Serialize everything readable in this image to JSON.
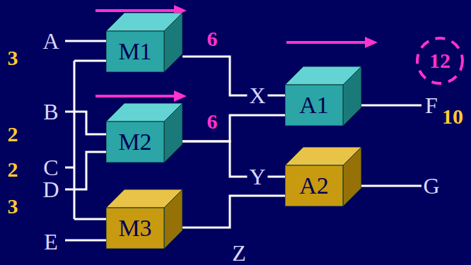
{
  "diagram": {
    "nodes": [
      {
        "text": [
          "M1"
        ]
      },
      {
        "text": [
          "M2"
        ]
      },
      {
        "text": [
          "M3"
        ]
      },
      {
        "text": [
          "A1"
        ]
      },
      {
        "text": [
          "A2"
        ]
      }
    ],
    "edges": [
      {
        "from": 0,
        "to": 3,
        "arrow": "none",
        "label": "X"
      },
      {
        "from": 1,
        "to": 3,
        "arrow": "none"
      },
      {
        "from": 1,
        "to": 4,
        "arrow": "none",
        "label": "Y"
      },
      {
        "from": 2,
        "to": 4,
        "arrow": "none",
        "label": "Z"
      }
    ],
    "labels": [
      "A",
      "B",
      "C",
      "D",
      "E",
      "F",
      "G",
      "3",
      "2",
      "2",
      "3",
      "6",
      "6",
      "12",
      "10"
    ]
  }
}
